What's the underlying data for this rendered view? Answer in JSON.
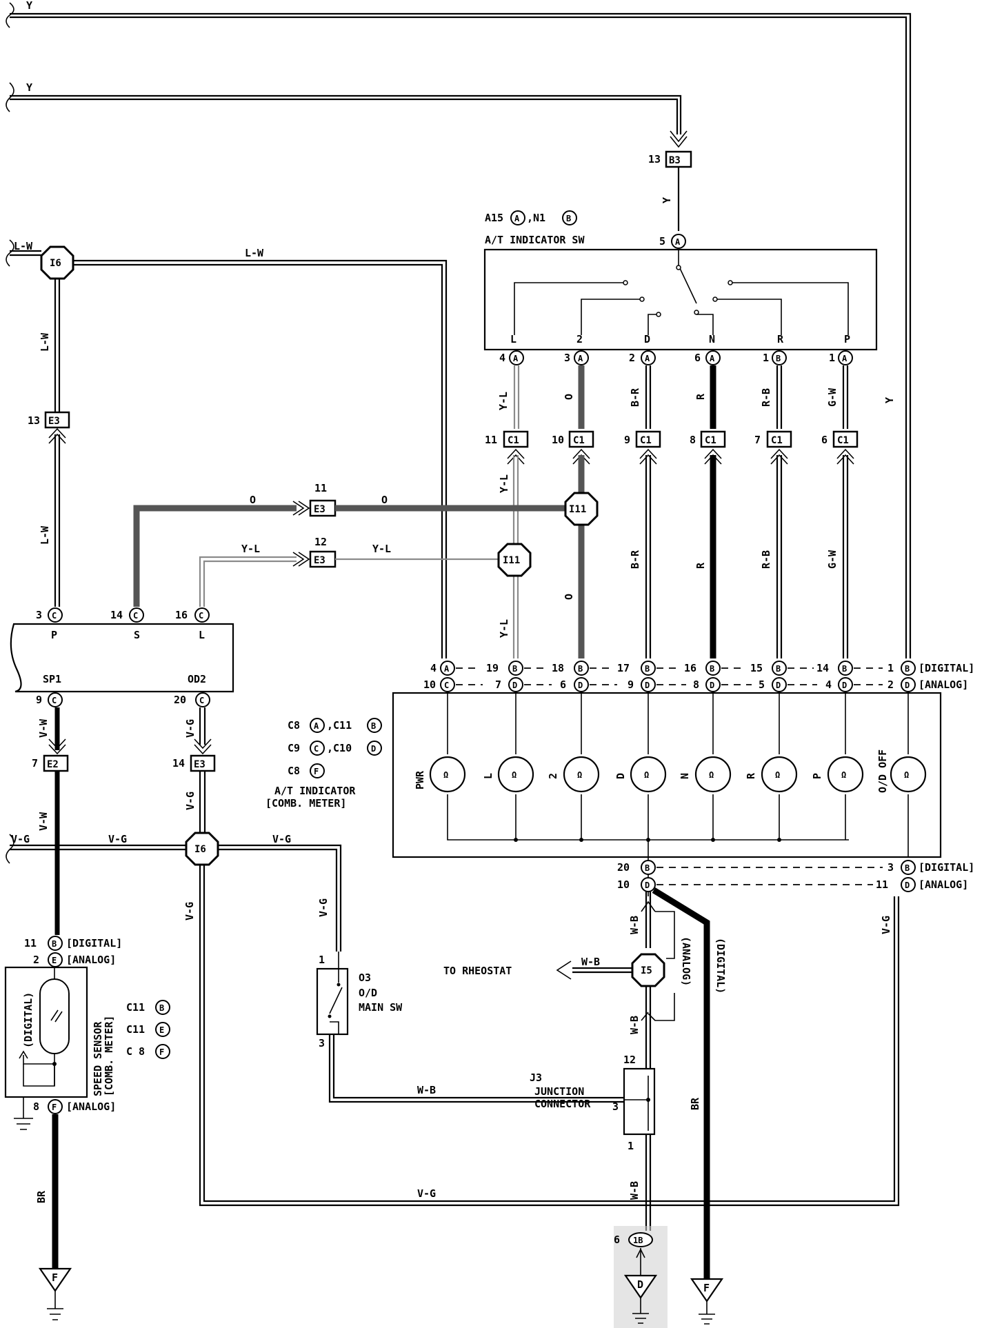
{
  "labels": {
    "y": "Y",
    "lw": "L-W",
    "o": "O",
    "yl": "Y-L",
    "br": "B-R",
    "r": "R",
    "rb": "R-B",
    "gw": "G-W",
    "vw": "V-W",
    "vg": "V-G",
    "wb": "W-B",
    "brn": "BR"
  },
  "connectors": {
    "b3": "B3",
    "e3": "E3",
    "e2": "E2",
    "c1": "C1",
    "i6": "I6",
    "i11": "I11",
    "i5": "I5",
    "a": "A",
    "b": "B",
    "c": "C",
    "d": "D",
    "e": "E",
    "f": "F",
    "b1": "1B"
  },
  "pins": {
    "n1": "1",
    "n2": "2",
    "n3": "3",
    "n4": "4",
    "n5": "5",
    "n6": "6",
    "n7": "7",
    "n8": "8",
    "n9": "9",
    "n10": "10",
    "n11": "11",
    "n12": "12",
    "n13": "13",
    "n14": "14",
    "n15": "15",
    "n16": "16",
    "n17": "17",
    "n18": "18",
    "n19": "19",
    "n20": "20"
  },
  "at_indicator_sw": {
    "code_a": "A15",
    "code_n": ",N1",
    "title": "A/T INDICATOR SW",
    "positions": [
      "L",
      "2",
      "D",
      "N",
      "R",
      "P"
    ]
  },
  "ecu": {
    "p": "P",
    "s": "S",
    "l": "L",
    "sp1": "SP1",
    "od2": "OD2"
  },
  "indicator": {
    "codes": [
      "C8",
      ",C11",
      "C9",
      ",C10",
      "C8"
    ],
    "title1": "A/T INDICATOR",
    "title2": "[COMB. METER]",
    "lamps": [
      "PWR",
      "L",
      "2",
      "D",
      "N",
      "R",
      "P",
      "O/D OFF"
    ]
  },
  "tags": {
    "digital": "[DIGITAL]",
    "analog": "[ANALOG]",
    "digital_v": "(DIGITAL)",
    "analog_v": "(ANALOG)"
  },
  "speed_sensor": {
    "title1": "SPEED SENSOR",
    "title2": "[COMB. METER]",
    "codes": [
      "C11",
      "C11",
      "C 8"
    ]
  },
  "od_switch": {
    "code": "O3",
    "title1": "O/D",
    "title2": "MAIN SW"
  },
  "junction": {
    "code": "J3",
    "title1": "JUNCTION",
    "title2": "CONNECTOR"
  },
  "rheostat": "TO RHEOSTAT"
}
